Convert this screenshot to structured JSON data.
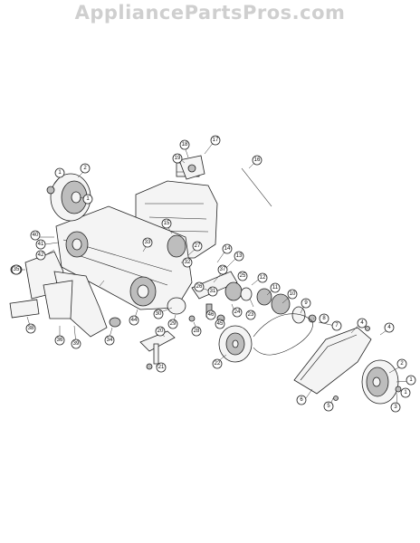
{
  "watermark": "AppliancePartsPros.com",
  "callouts": [
    "1",
    "2",
    "1",
    "18",
    "17",
    "19",
    "16",
    "15",
    "40",
    "41",
    "42",
    "35",
    "14",
    "13",
    "12",
    "11",
    "10",
    "9",
    "8",
    "7",
    "37",
    "31",
    "26",
    "25",
    "24",
    "23",
    "27",
    "32",
    "33",
    "38",
    "36",
    "39",
    "34",
    "44",
    "30",
    "29",
    "28",
    "20",
    "21",
    "22",
    "45",
    "46",
    "4",
    "4",
    "6",
    "5",
    "2",
    "1",
    "1",
    "3"
  ]
}
